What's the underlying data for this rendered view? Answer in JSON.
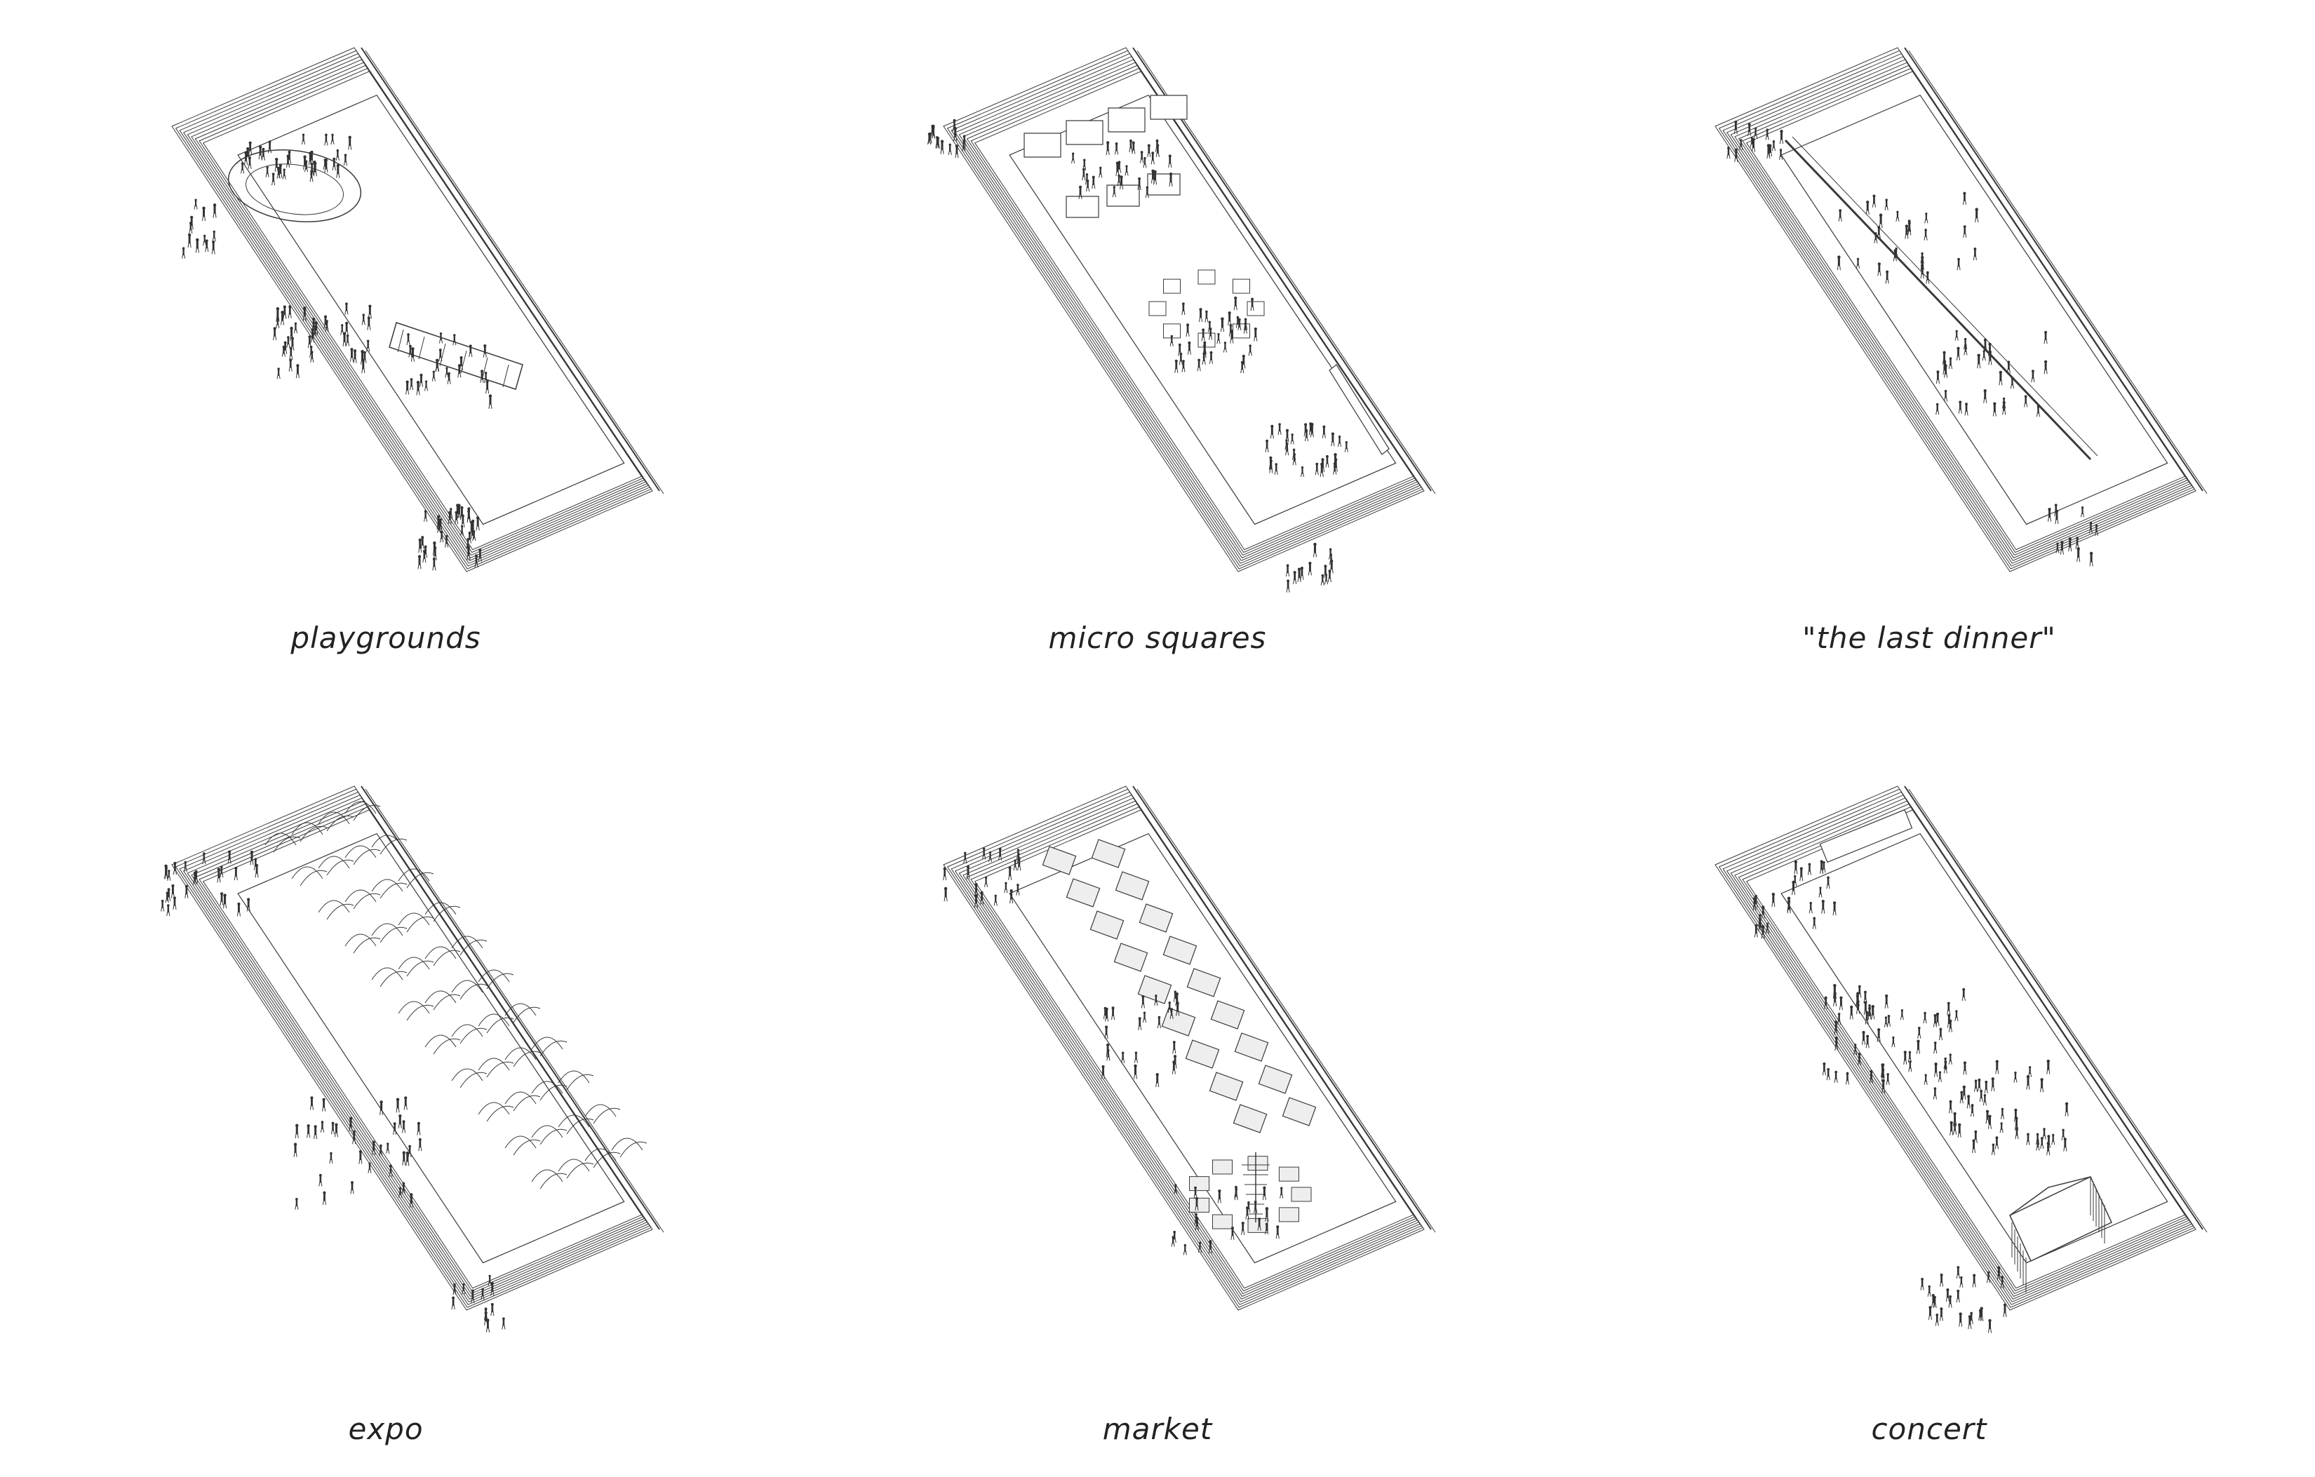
{
  "panels": [
    {
      "id": "playgrounds",
      "caption": "playgrounds",
      "feature": "playground"
    },
    {
      "id": "micro-squares",
      "caption": "micro squares",
      "feature": "micro"
    },
    {
      "id": "last-dinner",
      "caption": "\"the last dinner\"",
      "feature": "dinner"
    },
    {
      "id": "expo",
      "caption": "expo",
      "feature": "expo"
    },
    {
      "id": "market",
      "caption": "market",
      "feature": "market"
    },
    {
      "id": "concert",
      "caption": "concert",
      "feature": "concert"
    }
  ],
  "colors": {
    "line": "#3a3a3a",
    "people": "#333333",
    "background": "#ffffff"
  }
}
